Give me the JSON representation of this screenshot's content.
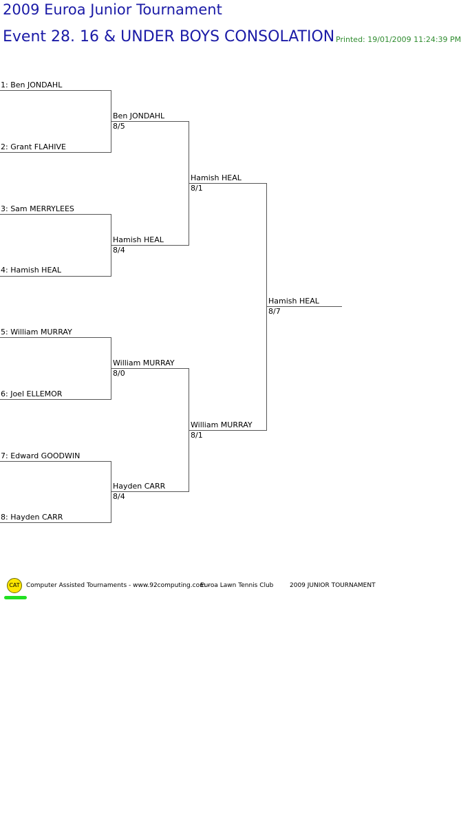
{
  "header": {
    "title": "2009 Euroa Junior Tournament",
    "event": "Event 28. 16 & UNDER BOYS CONSOLATION",
    "printed": "Printed: 19/01/2009 11:24:39 PM"
  },
  "round1": [
    "1: Ben JONDAHL",
    "2: Grant FLAHIVE",
    "3: Sam MERRYLEES",
    "4: Hamish HEAL",
    "5: William MURRAY",
    "6: Joel ELLEMOR",
    "7: Edward GOODWIN",
    "8: Hayden CARR"
  ],
  "round2": [
    {
      "name": "Ben JONDAHL",
      "score": "8/5"
    },
    {
      "name": "Hamish HEAL",
      "score": "8/4"
    },
    {
      "name": "William MURRAY",
      "score": "8/0"
    },
    {
      "name": "Hayden CARR",
      "score": "8/4"
    }
  ],
  "round3": [
    {
      "name": "Hamish HEAL",
      "score": "8/1"
    },
    {
      "name": "William MURRAY",
      "score": "8/1"
    }
  ],
  "final": {
    "name": "Hamish HEAL",
    "score": "8/7"
  },
  "footer": {
    "logo_text": "CAT",
    "credits": "Computer Assisted Tournaments - www.92computing.com -",
    "club": "Euroa Lawn Tennis Club",
    "tournament": "2009 JUNIOR TOURNAMENT"
  }
}
